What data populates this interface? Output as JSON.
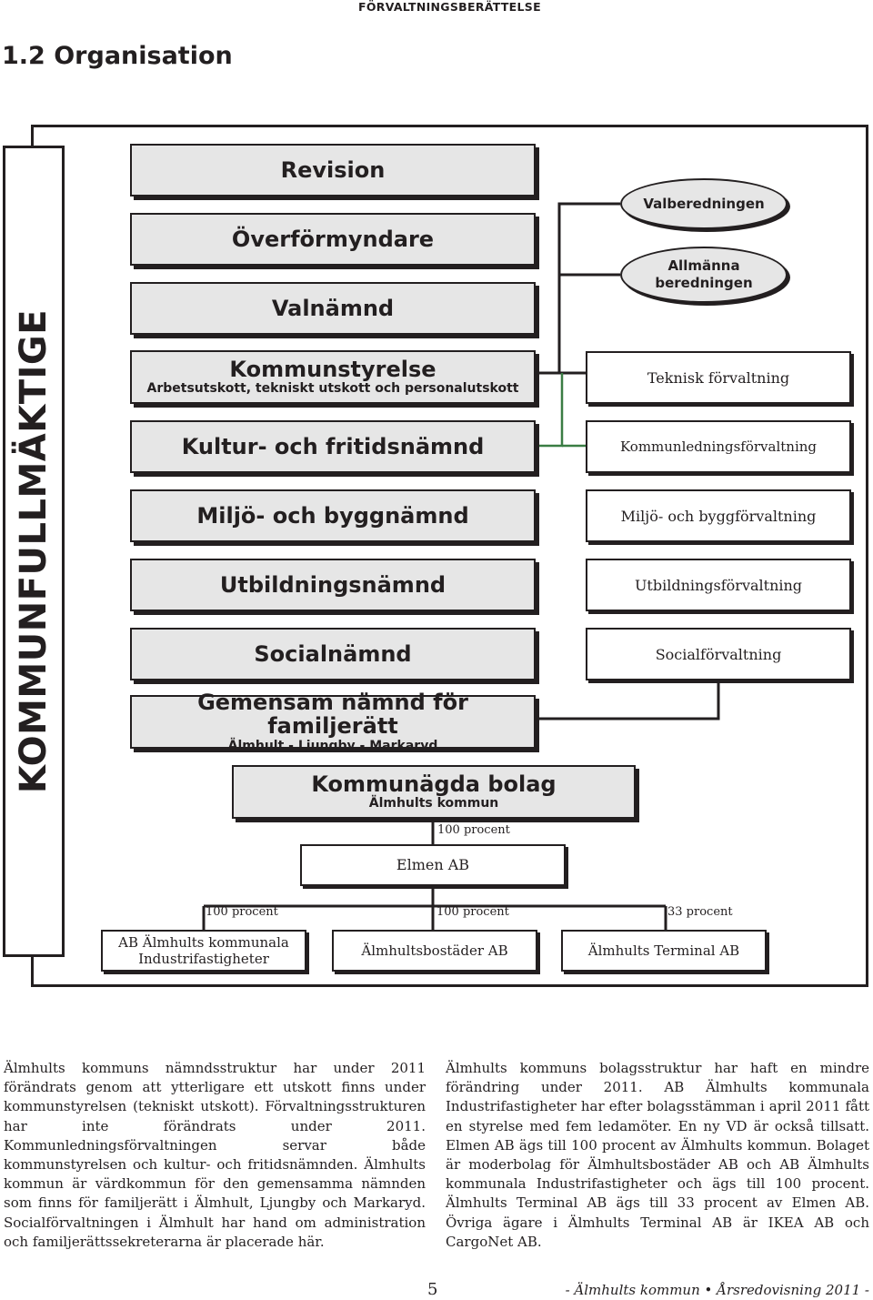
{
  "header": {
    "section": "FÖRVALTNINGSBERÄTTELSE",
    "title": "1.2 Organisation"
  },
  "diagram": {
    "council": "KOMMUNFULLMÄKTIGE",
    "boards": [
      {
        "name": "Revision",
        "sub": ""
      },
      {
        "name": "Överförmyndare",
        "sub": ""
      },
      {
        "name": "Valnämnd",
        "sub": ""
      },
      {
        "name": "Kommunstyrelse",
        "sub": "Arbetsutskott, tekniskt utskott och personalutskott"
      },
      {
        "name": "Kultur- och fritidsnämnd",
        "sub": ""
      },
      {
        "name": "Miljö- och byggnämnd",
        "sub": ""
      },
      {
        "name": "Utbildningsnämnd",
        "sub": ""
      },
      {
        "name": "Socialnämnd",
        "sub": ""
      },
      {
        "name": "Gemensam nämnd för familjerätt",
        "sub": "Älmhult - Ljungby - Markaryd"
      }
    ],
    "committees": [
      "Valberedningen",
      "Allmänna\nberedningen"
    ],
    "administrations": [
      "Teknisk förvaltning",
      "Kommunledningsförvaltning",
      "Miljö- och byggförvaltning",
      "Utbildningsförvaltning",
      "Socialförvaltning"
    ],
    "companies": {
      "parent": {
        "name": "Kommunägda bolag",
        "sub": "Älmhults kommun"
      },
      "elmen_share": "100 procent",
      "elmen": "Elmen AB",
      "subsidiaries": [
        {
          "share": "100 procent",
          "name": "AB Älmhults kommunala\nIndustrifastigheter"
        },
        {
          "share": "100 procent",
          "name": "Älmhultsbostäder AB"
        },
        {
          "share": "33 procent",
          "name": "Älmhults Terminal AB"
        }
      ]
    },
    "colors": {
      "box_fill": "#e6e6e6",
      "line": "#231f20",
      "accent_line": "#3a7d44"
    }
  },
  "body_text": {
    "left": "Älmhults kommuns nämndsstruktur har under 2011 förändrats genom att ytterligare ett utskott finns under kommunstyrelsen (tekniskt utskott). Förvaltningsstrukturen har inte förändrats under 2011. Kommunledningsförvaltningen servar både kommunstyrelsen och kultur- och fritidsnämnden. Älmhults kommun är värdkommun för den gemensamma nämnden som finns för familjerätt i Älmhult, Ljungby och Markaryd. Socialförvaltningen i Älmhult har hand om administration och familjerättssekreterarna är placerade här.",
    "right": "Älmhults kommuns bolagsstruktur har haft en mindre förändring under 2011. AB Älmhults kommunala Industrifastigheter har efter bolagsstämman i april 2011 fått en styrelse med fem ledamöter. En ny VD är också tillsatt. Elmen AB ägs till 100 procent av Älmhults kommun. Bolaget är moderbolag för Älmhultsbostäder AB och AB Älmhults kommunala Industrifastigheter och ägs till 100 procent. Älmhults Terminal AB ägs till 33 procent av Elmen AB. Övriga ägare i Älmhults Terminal AB är IKEA AB och CargoNet AB."
  },
  "footer": {
    "page_number": "5",
    "publication": "- Älmhults kommun • Årsredovisning 2011 -"
  }
}
